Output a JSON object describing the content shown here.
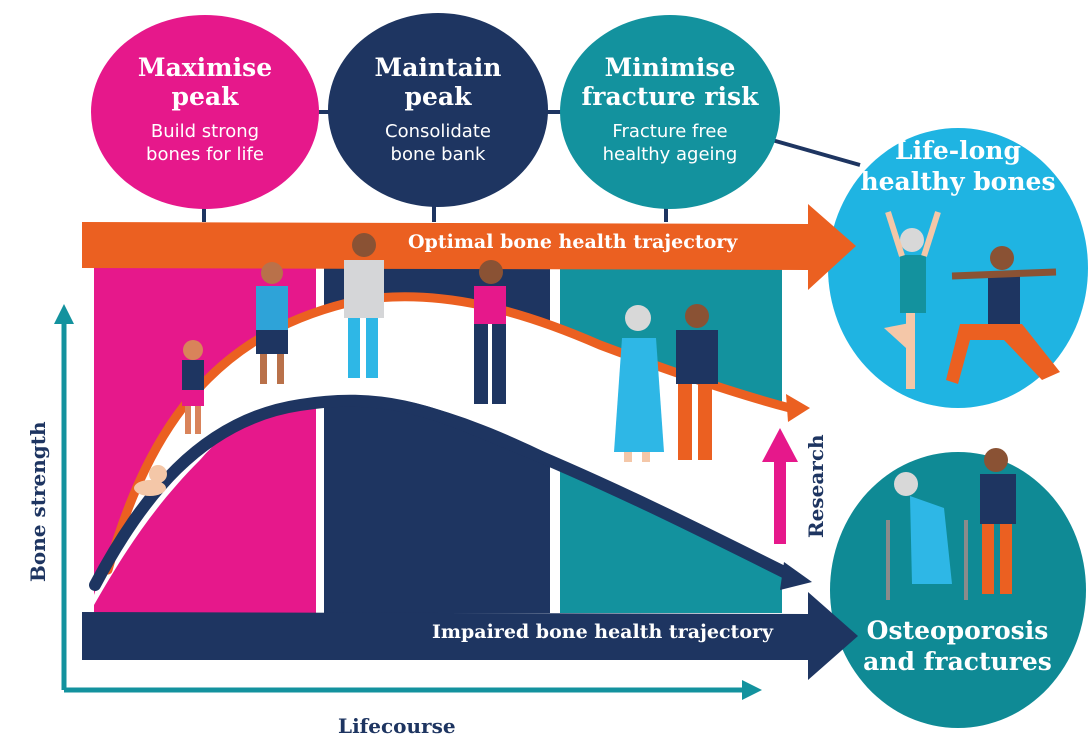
{
  "stages": [
    {
      "title_line1": "Maximise",
      "title_line2": "peak",
      "subtitle_line1": "Build strong",
      "subtitle_line2": "bones for life"
    },
    {
      "title_line1": "Maintain",
      "title_line2": "peak",
      "subtitle_line1": "Consolidate",
      "subtitle_line2": "bone bank"
    },
    {
      "title_line1": "Minimise",
      "title_line2": "fracture risk",
      "subtitle_line1": "Fracture free",
      "subtitle_line2": "healthy ageing"
    }
  ],
  "outcomes": {
    "good_line1": "Life-long",
    "good_line2": "healthy bones",
    "bad_line1": "Osteoporosis",
    "bad_line2": "and fractures"
  },
  "trajectories": {
    "optimal": "Optimal bone health trajectory",
    "impaired": "Impaired bone health trajectory"
  },
  "axes": {
    "y_label": "Bone strength",
    "x_label": "Lifecourse"
  },
  "research_label": "Research",
  "colors": {
    "magenta": "#e6188b",
    "navy": "#1e3561",
    "teal": "#13929e",
    "orange": "#eb6021",
    "cyan": "#1fb4e2",
    "dark_teal": "#0f8a95"
  }
}
